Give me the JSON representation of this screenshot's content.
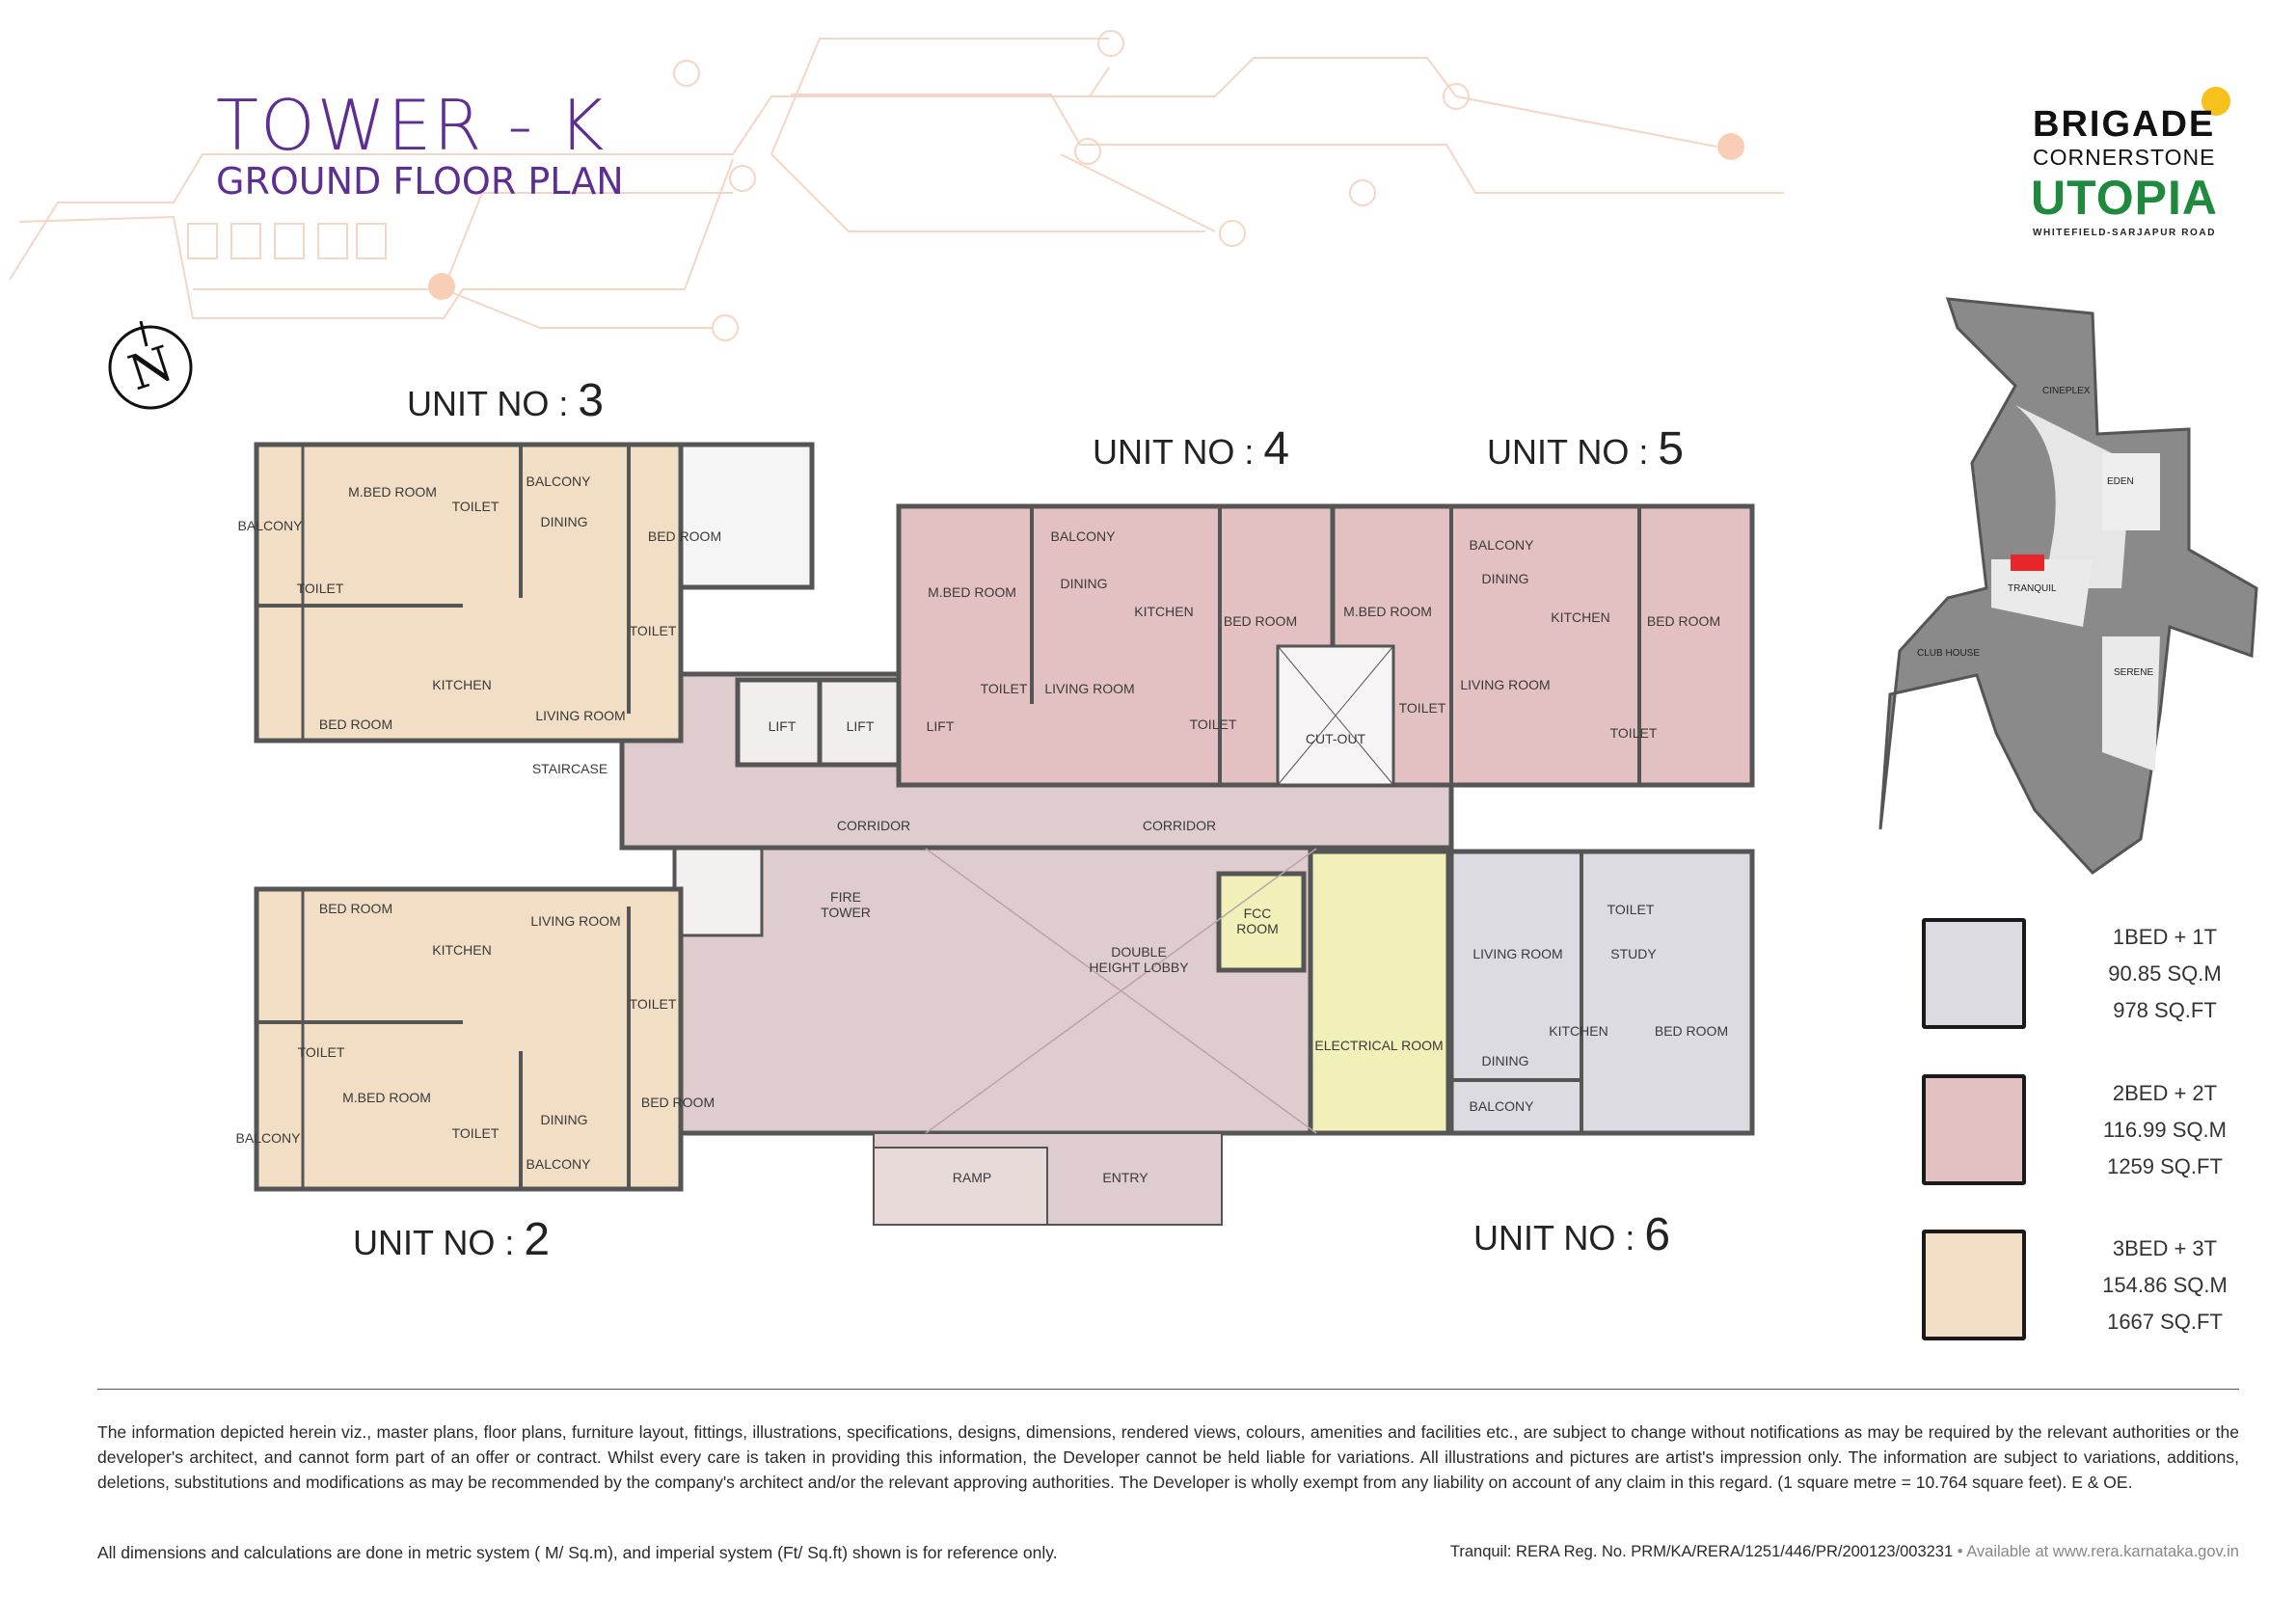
{
  "header": {
    "title": "TOWER - K",
    "subtitle": "GROUND FLOOR PLAN"
  },
  "logo": {
    "line1": "BRIGADE",
    "line2": "CORNERSTONE",
    "line3": "UTOPIA",
    "line4": "WHITEFIELD-SARJAPUR ROAD"
  },
  "north_symbol": "N",
  "units": [
    {
      "prefix": "UNIT NO :",
      "num": "3"
    },
    {
      "prefix": "UNIT NO :",
      "num": "4"
    },
    {
      "prefix": "UNIT NO :",
      "num": "5"
    },
    {
      "prefix": "UNIT NO :",
      "num": "2"
    },
    {
      "prefix": "UNIT NO :",
      "num": "6"
    }
  ],
  "rooms": [
    "BALCONY",
    "M.BED ROOM",
    "TOILET",
    "BALCONY",
    "DINING",
    "BED ROOM",
    "TOILET",
    "TOILET",
    "KITCHEN",
    "BED ROOM",
    "LIVING ROOM",
    "STAIRCASE",
    "LIFT",
    "LIFT",
    "LIFT",
    "CORRIDOR",
    "CORRIDOR",
    "FIRE TOWER",
    "DOUBLE HEIGHT LOBBY",
    "FCC ROOM",
    "ELECTRICAL ROOM",
    "RAMP",
    "ENTRY",
    "CUT-OUT",
    "BALCONY",
    "M.BED ROOM",
    "DINING",
    "KITCHEN",
    "BED ROOM",
    "TOILET",
    "LIVING ROOM",
    "TOILET",
    "M.BED ROOM",
    "BALCONY",
    "DINING",
    "KITCHEN",
    "BED ROOM",
    "TOILET",
    "LIVING ROOM",
    "TOILET",
    "TOILET",
    "LIVING ROOM",
    "STUDY",
    "KITCHEN",
    "BED ROOM",
    "DINING",
    "BALCONY",
    "BED ROOM",
    "KITCHEN",
    "LIVING ROOM",
    "TOILET",
    "TOILET",
    "M.BED ROOM",
    "TOILET",
    "DINING",
    "BED ROOM",
    "BALCONY",
    "BALCONY"
  ],
  "site_map": {
    "labels": [
      "CINEPLEX",
      "EDEN",
      "TRANQUIL",
      "CLUB HOUSE",
      "SERENE"
    ],
    "highlight_color": "#e8262a"
  },
  "legend": [
    {
      "type": "1BED + 1T",
      "sqm": "90.85 SQ.M",
      "sqft": "978 SQ.FT",
      "color": "#dcdbe2"
    },
    {
      "type": "2BED + 2T",
      "sqm": "116.99 SQ.M",
      "sqft": "1259 SQ.FT",
      "color": "#e3c1c3"
    },
    {
      "type": "3BED + 3T",
      "sqm": "154.86 SQ.M",
      "sqft": "1667 SQ.FT",
      "color": "#f1dec5"
    }
  ],
  "colors": {
    "title": "#5e2f91",
    "core": "#dfccce",
    "service": "#f0f0b8",
    "unit1": "#dcdbe2",
    "unit2": "#e3c1c3",
    "unit3": "#f1dec5"
  },
  "footer": {
    "disclaimer": "The information depicted herein viz., master plans, floor plans, furniture layout, fittings, illustrations, specifications, designs, dimensions, rendered views, colours, amenities and facilities etc., are subject to change without notifications as may be required by the relevant authorities or the developer's architect, and cannot form part of an offer or contract. Whilst every care is taken in providing this information, the Developer cannot be held liable for variations. All illustrations and pictures are artist's impression only. The information are subject to variations, additions, deletions, substitutions and modifications as may be recommended by the company's architect and/or the relevant approving authorities. The Developer is wholly exempt from any liability on account of any claim in this regard. (1 square metre = 10.764 square feet). E & OE.",
    "note": "All dimensions and calculations are done in metric system ( M/ Sq.m), and imperial system (Ft/ Sq.ft) shown is for reference only.",
    "rera": "Tranquil: RERA Reg. No. PRM/KA/RERA/1251/446/PR/200123/003231",
    "available": "• Available at www.rera.karnataka.gov.in"
  }
}
